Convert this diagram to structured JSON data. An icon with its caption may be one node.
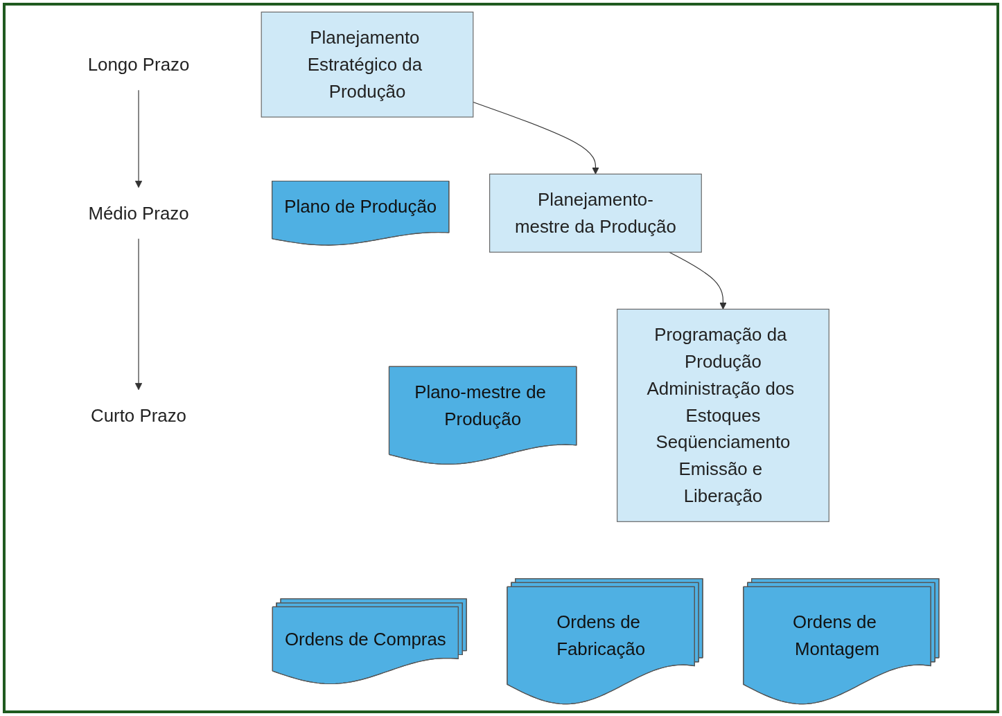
{
  "diagram": {
    "nodes": [
      {
        "text": [
          "Longo Prazo"
        ]
      },
      {
        "text": [
          "Médio Prazo"
        ]
      },
      {
        "text": [
          "Curto Prazo"
        ]
      },
      {
        "text": [
          "Planejamento Estratégico da Produção"
        ]
      },
      {
        "text": [
          "Plano de Produção"
        ]
      },
      {
        "text": [
          "Planejamento-mestre da Produção"
        ]
      },
      {
        "text": [
          "Plano-mestre de Produção"
        ]
      },
      {
        "text": [
          "Programação da Produção",
          "Administração dos Estoques",
          "Seqüenciamento",
          "Emissão e Liberação"
        ]
      },
      {
        "text": [
          "Ordens de Compras"
        ]
      },
      {
        "text": [
          "Ordens de Fabricação"
        ]
      },
      {
        "text": [
          "Ordens de Montagem"
        ]
      }
    ],
    "edges": [
      {
        "from": 0,
        "to": 1,
        "arrow": "to"
      },
      {
        "from": 1,
        "to": 2,
        "arrow": "to"
      },
      {
        "from": 3,
        "to": 5,
        "arrow": "to"
      },
      {
        "from": 5,
        "to": 7,
        "arrow": "to"
      }
    ]
  }
}
